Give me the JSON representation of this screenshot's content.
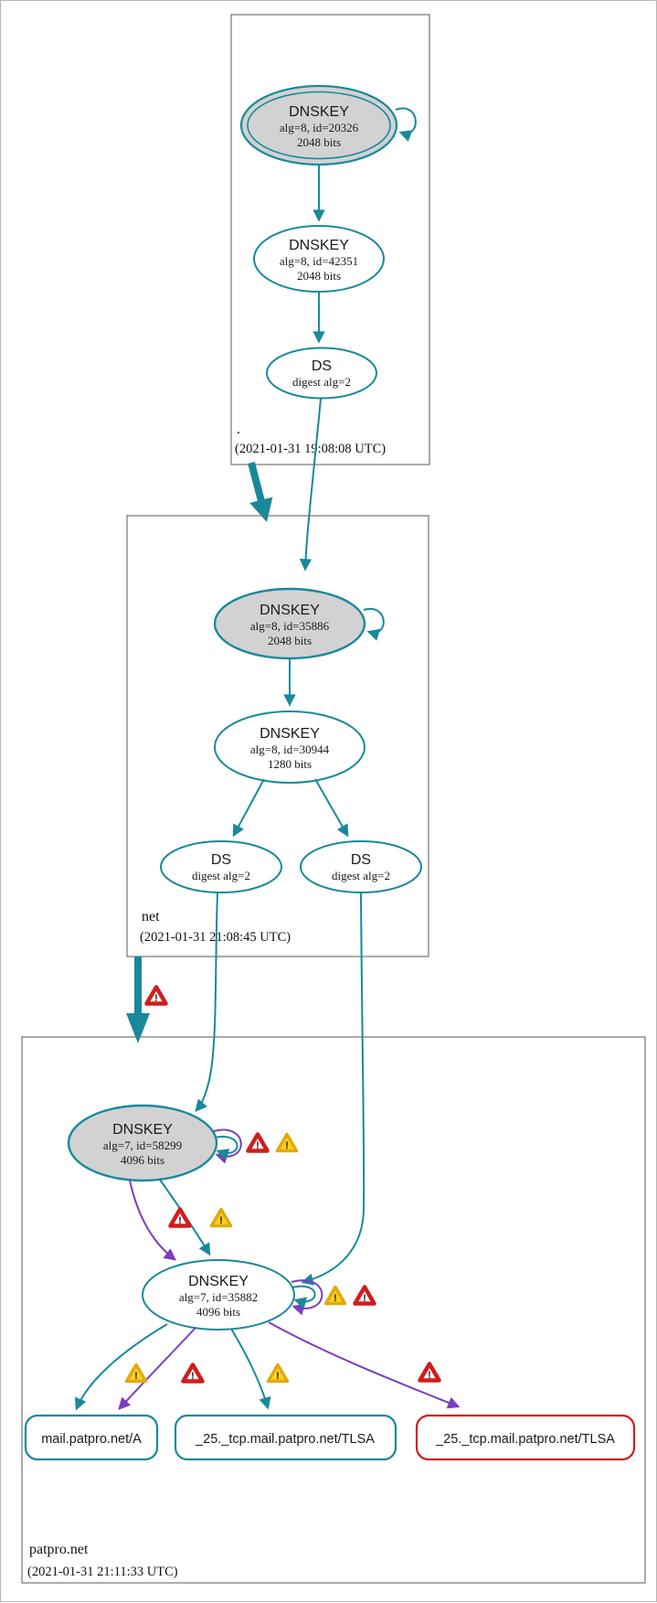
{
  "colors": {
    "teal": "#18899b",
    "purple": "#7a3ec0",
    "error_red": "#d21c1c",
    "warning_yellow": "#ffd21c",
    "sep_key_fill": "#d2d2d2",
    "zone_box_border": "#737373"
  },
  "zones": {
    "root": {
      "label": ".",
      "timestamp": "(2021-01-31 19:08:08 UTC)"
    },
    "net": {
      "label": "net",
      "timestamp": "(2021-01-31 21:08:45 UTC)"
    },
    "patpro": {
      "label": "patpro.net",
      "timestamp": "(2021-01-31 21:11:33 UTC)"
    }
  },
  "nodes": {
    "root_ksk": {
      "title": "DNSKEY",
      "detail1": "alg=8, id=20326",
      "detail2": "2048 bits"
    },
    "root_zsk": {
      "title": "DNSKEY",
      "detail1": "alg=8, id=42351",
      "detail2": "2048 bits"
    },
    "root_ds": {
      "title": "DS",
      "detail1": "digest alg=2"
    },
    "net_ksk": {
      "title": "DNSKEY",
      "detail1": "alg=8, id=35886",
      "detail2": "2048 bits"
    },
    "net_zsk": {
      "title": "DNSKEY",
      "detail1": "alg=8, id=30944",
      "detail2": "1280 bits"
    },
    "net_ds1": {
      "title": "DS",
      "detail1": "digest alg=2"
    },
    "net_ds2": {
      "title": "DS",
      "detail1": "digest alg=2"
    },
    "patpro_ksk": {
      "title": "DNSKEY",
      "detail1": "alg=7, id=58299",
      "detail2": "4096 bits"
    },
    "patpro_zsk": {
      "title": "DNSKEY",
      "detail1": "alg=7, id=35882",
      "detail2": "4096 bits"
    }
  },
  "records": {
    "a": {
      "label": "mail.patpro.net/A"
    },
    "tlsa_secure": {
      "label": "_25._tcp.mail.patpro.net/TLSA"
    },
    "tlsa_bogus": {
      "label": "_25._tcp.mail.patpro.net/TLSA"
    }
  },
  "icons": {
    "exclamation": "!"
  }
}
